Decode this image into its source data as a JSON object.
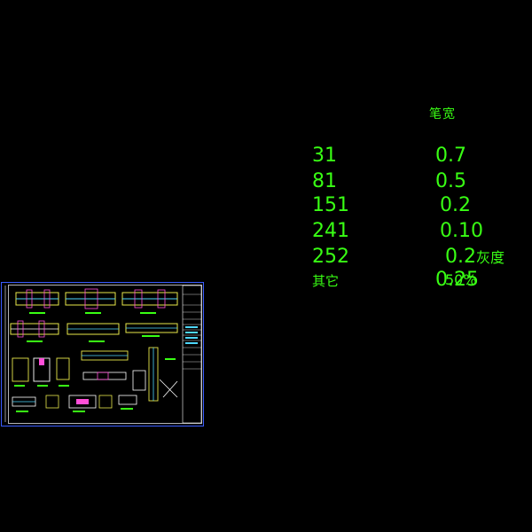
{
  "legend": {
    "title": "笔宽",
    "rows": [
      {
        "code": "31",
        "width": "0.7",
        "note": ""
      },
      {
        "code": "81",
        "width": "0.5",
        "note": ""
      },
      {
        "code": "151",
        "width": "0.2",
        "note": ""
      },
      {
        "code": "241",
        "width": "0.10",
        "note": ""
      },
      {
        "code": "252",
        "width": "0.2",
        "note": "灰度50%"
      },
      {
        "code": "其它",
        "width": "0.25",
        "note": ""
      }
    ]
  },
  "colors": {
    "background": "#000000",
    "text_green": "#39ff14",
    "sheet_border": "#3a5cff",
    "beam_yellow": "#e8e84a",
    "beam_cyan": "#4fd8ff",
    "beam_magenta": "#ff4fd8",
    "label_green": "#39ff14",
    "white": "#ffffff"
  }
}
